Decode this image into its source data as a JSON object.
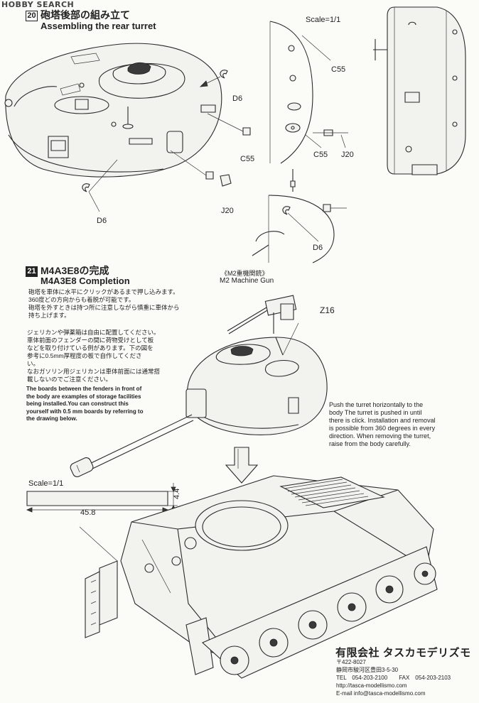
{
  "watermark": "HOBBY SEARCH",
  "step20": {
    "number": "20",
    "title_jp": "砲塔後部の組み立て",
    "title_en": "Assembling the rear turret",
    "scale": "Scale=1/1",
    "labels": {
      "d6_a": "D6",
      "c55_a": "C55",
      "d6_b": "D6",
      "j20_a": "J20",
      "c55_b": "C55",
      "c55_c": "C55",
      "j20_b": "J20",
      "d6_c": "D6"
    }
  },
  "step21": {
    "number": "21",
    "title_jp": "M4A3E8の完成",
    "title_en": "M4A3E8 Completion",
    "mg_label_jp": "《M2重機関銃》",
    "mg_label_en": "M2 Machine Gun",
    "z16": "Z16",
    "note_jp_1": [
      "砲塔を車体に水平にクリックがあるまで押し込みます。",
      "360度どの方向からも着脱が可能です。",
      "砲塔を外すときは持つ所に注意しながら慎重に車体から",
      "持ち上げます。"
    ],
    "note_jp_2": [
      "ジェリカンや弾薬箱は自由に配置してください。",
      "車体前面のフェンダーの間に荷物受けとして板",
      "などを取り付けている例があります。下の図を",
      "参考に0.5mm厚程度の板で自作してくださ",
      "い。",
      "なおガソリン用ジェリカンは車体前面には通常搭",
      "載しないのでご注意ください。"
    ],
    "note_en": [
      "The boards between the fenders in front of",
      "the body are examples of storage facilities",
      "being installed.You can construct this",
      "yourself with 0.5 mm boards by referring to",
      "the drawing below."
    ],
    "note_right": [
      "Push the turret horizontally to the",
      "body The turret is pushed in until",
      "there is click. Installation and removal",
      "is possible from 360 degrees in every",
      "direction. When removing the turret,",
      "raise from the body carefully."
    ],
    "board": {
      "scale": "Scale=1/1",
      "width": "45.8",
      "height": "4.4"
    }
  },
  "company": {
    "name": "有限会社 タスカモデリズモ",
    "postal": "〒422-8027",
    "address": "静岡市駿河区豊田3-5-30",
    "tel": "TEL　054-203-2100　　FAX　054-203-2103",
    "url": "http://tasca-modellismo.com",
    "email": "E-mail info@tasca-modellismo.com"
  }
}
